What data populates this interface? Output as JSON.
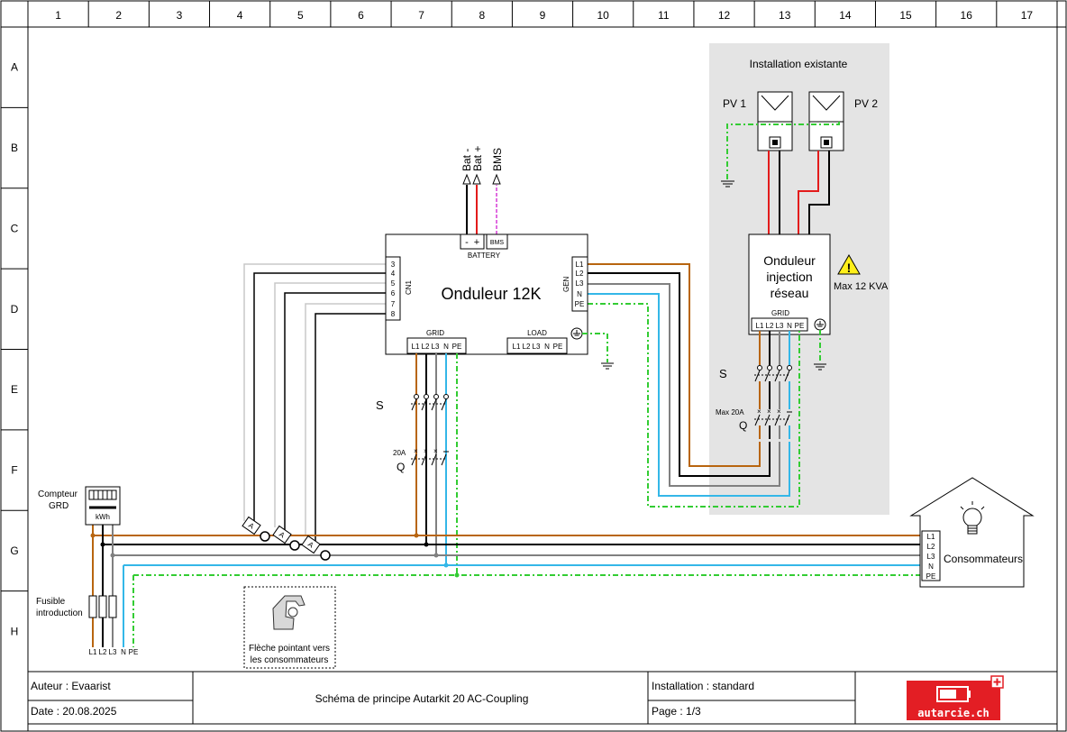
{
  "grid": {
    "columns": [
      "1",
      "2",
      "3",
      "4",
      "5",
      "6",
      "7",
      "8",
      "9",
      "10",
      "11",
      "12",
      "13",
      "14",
      "15",
      "16",
      "17"
    ],
    "rows": [
      "A",
      "B",
      "C",
      "D",
      "E",
      "F",
      "G",
      "H"
    ]
  },
  "existing": {
    "title": "Installation existante",
    "pv1": "PV 1",
    "pv2": "PV 2",
    "inverter_line1": "Onduleur",
    "inverter_line2": "injection",
    "inverter_line3": "réseau",
    "inverter_grid": "GRID",
    "inverter_terms": [
      "L1",
      "L2",
      "L3",
      "N",
      "PE"
    ],
    "max_kva": "Max 12 KVA",
    "switch_s": "S",
    "breaker_label": "Max 20A",
    "breaker_q": "Q"
  },
  "main_inverter": {
    "title": "Onduleur 12K",
    "battery_label": "BATTERY",
    "bms_box": "BMS",
    "minus": "-",
    "plus": "+",
    "cn1": "CN1",
    "cn1_pins": [
      "3",
      "4",
      "5",
      "6",
      "7",
      "8"
    ],
    "gen": "GEN",
    "gen_terms": [
      "L1",
      "L2",
      "L3",
      "N",
      "PE"
    ],
    "grid_label": "GRID",
    "load_label": "LOAD",
    "grid_terms": [
      "L1",
      "L2",
      "L3",
      "N",
      "PE"
    ],
    "load_terms": [
      "L1",
      "L2",
      "L3",
      "N",
      "PE"
    ],
    "bat_minus": "Bat -",
    "bat_plus": "Bat +",
    "bms": "BMS",
    "switch_s": "S",
    "breaker_label": "20A",
    "breaker_q": "Q"
  },
  "meter": {
    "label_line1": "Compteur",
    "label_line2": "GRD",
    "unit": "kWh"
  },
  "fuse": {
    "label_line1": "Fusible",
    "label_line2": "introduction",
    "terms": [
      "L1",
      "L2",
      "L3",
      "N",
      "PE"
    ]
  },
  "ct_note": {
    "line1": "Flèche pointant vers",
    "line2": "les consommateurs",
    "ct_mark": "A"
  },
  "consumers": {
    "label": "Consommateurs",
    "terms": [
      "L1",
      "L2",
      "L3",
      "N",
      "PE"
    ]
  },
  "title_block": {
    "author": "Auteur : Evaarist",
    "date": "Date : 20.08.2025",
    "title": "Schéma de principe Autarkit 20 AC-Coupling",
    "installation": "Installation : standard",
    "page": "Page : 1/3",
    "logo_text": "autarcie.ch"
  },
  "colors": {
    "brown": "#b8650f",
    "black": "#000000",
    "grey": "#808080",
    "blue": "#34b7e8",
    "green": "#33cc33",
    "red": "#e31b1b",
    "magenta": "#d63ad6",
    "shade": "#e4e4e4",
    "logo_red": "#e31e24"
  }
}
